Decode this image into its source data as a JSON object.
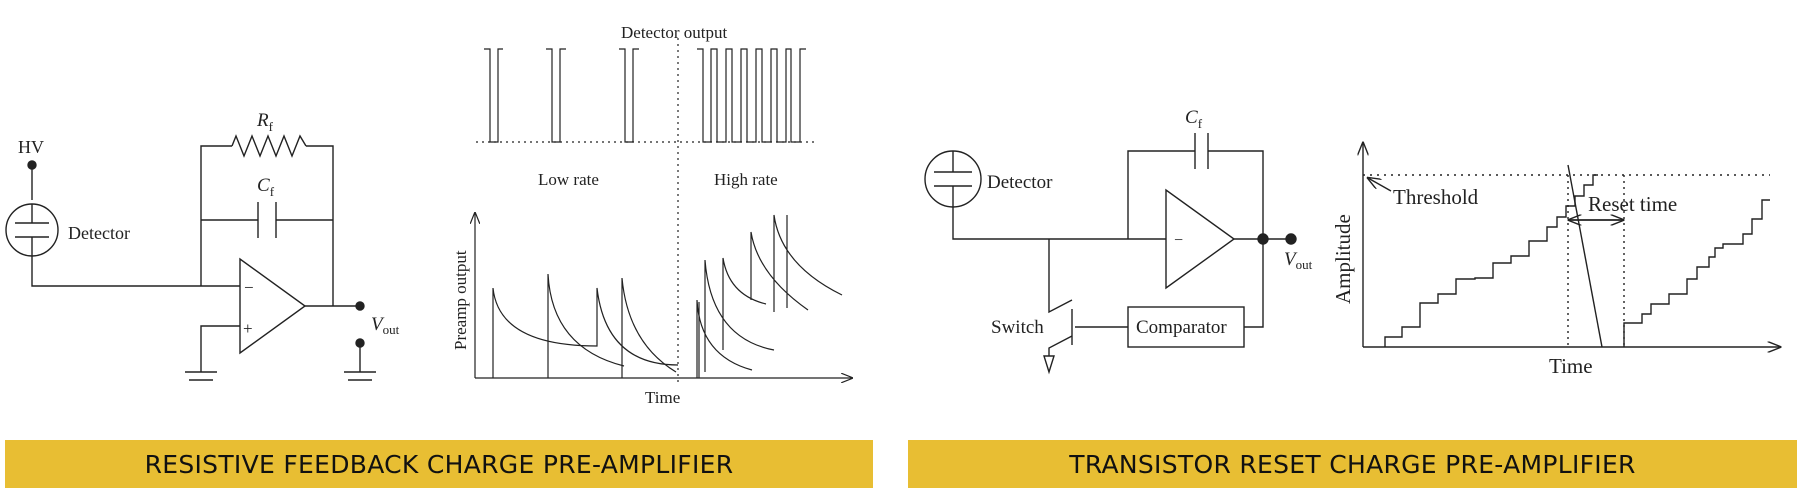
{
  "left_panel": {
    "circuit": {
      "hv_label": "HV",
      "detector_label": "Detector",
      "rf_label": "R",
      "rf_sub": "f",
      "cf_label": "C",
      "cf_sub": "f",
      "minus_sign": "−",
      "plus_sign": "+",
      "vout_label": "V",
      "vout_sub": "out"
    },
    "plot": {
      "detector_output_label": "Detector output",
      "low_rate_label": "Low rate",
      "high_rate_label": "High rate",
      "ylabel": "Preamp output",
      "xlabel": "Time"
    },
    "banner": "RESISTIVE FEEDBACK CHARGE PRE-AMPLIFIER"
  },
  "right_panel": {
    "circuit": {
      "detector_label": "Detector",
      "cf_label": "C",
      "cf_sub": "f",
      "minus_sign": "−",
      "vout_label": "V",
      "vout_sub": "out",
      "switch_label": "Switch",
      "comparator_label": "Comparator"
    },
    "plot": {
      "threshold_label": "Threshold",
      "reset_time_label": "Reset time",
      "ylabel": "Amplitude",
      "xlabel": "Time"
    },
    "banner": "TRANSISTOR RESET CHARGE PRE-AMPLIFIER"
  },
  "colors": {
    "banner": "#E8BE33",
    "line": "#222222"
  }
}
